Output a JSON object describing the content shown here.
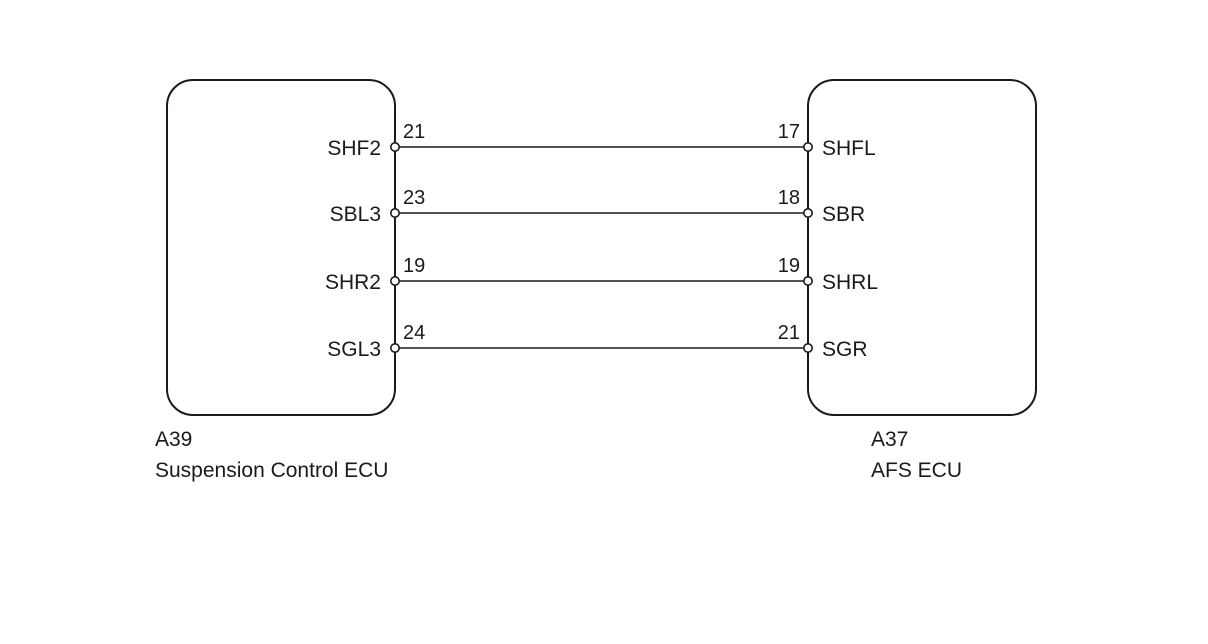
{
  "left_ecu": {
    "code": "A39",
    "name": "Suspension Control ECU",
    "pins": [
      {
        "label": "SHF2",
        "number": "21"
      },
      {
        "label": "SBL3",
        "number": "23"
      },
      {
        "label": "SHR2",
        "number": "19"
      },
      {
        "label": "SGL3",
        "number": "24"
      }
    ]
  },
  "right_ecu": {
    "code": "A37",
    "name": "AFS ECU",
    "pins": [
      {
        "label": "SHFL",
        "number": "17"
      },
      {
        "label": "SBR",
        "number": "18"
      },
      {
        "label": "SHRL",
        "number": "19"
      },
      {
        "label": "SGR",
        "number": "21"
      }
    ]
  }
}
